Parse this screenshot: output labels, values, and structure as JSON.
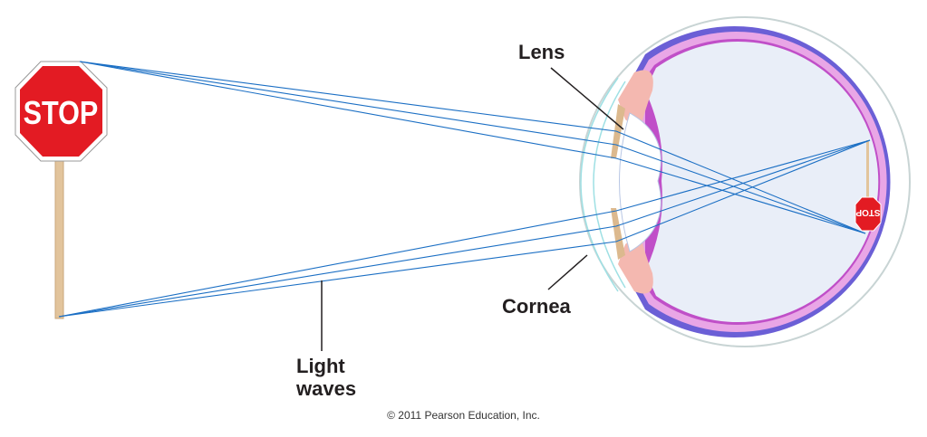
{
  "labels": {
    "lens": "Lens",
    "cornea": "Cornea",
    "light_waves_line1": "Light",
    "light_waves_line2": "waves"
  },
  "sign_text": "STOP",
  "retina_image_text": "STOP",
  "copyright": "© 2011 Pearson Education, Inc.",
  "colors": {
    "ray": "#1b6fc4",
    "sign_red": "#e31b23",
    "pole": "#e2c49c",
    "sclera_purple": "#6b5fd6",
    "choroid_pink": "#e9a6e6",
    "vitreous": "#e9eef8",
    "cornea_outline": "#9fe0e4"
  }
}
